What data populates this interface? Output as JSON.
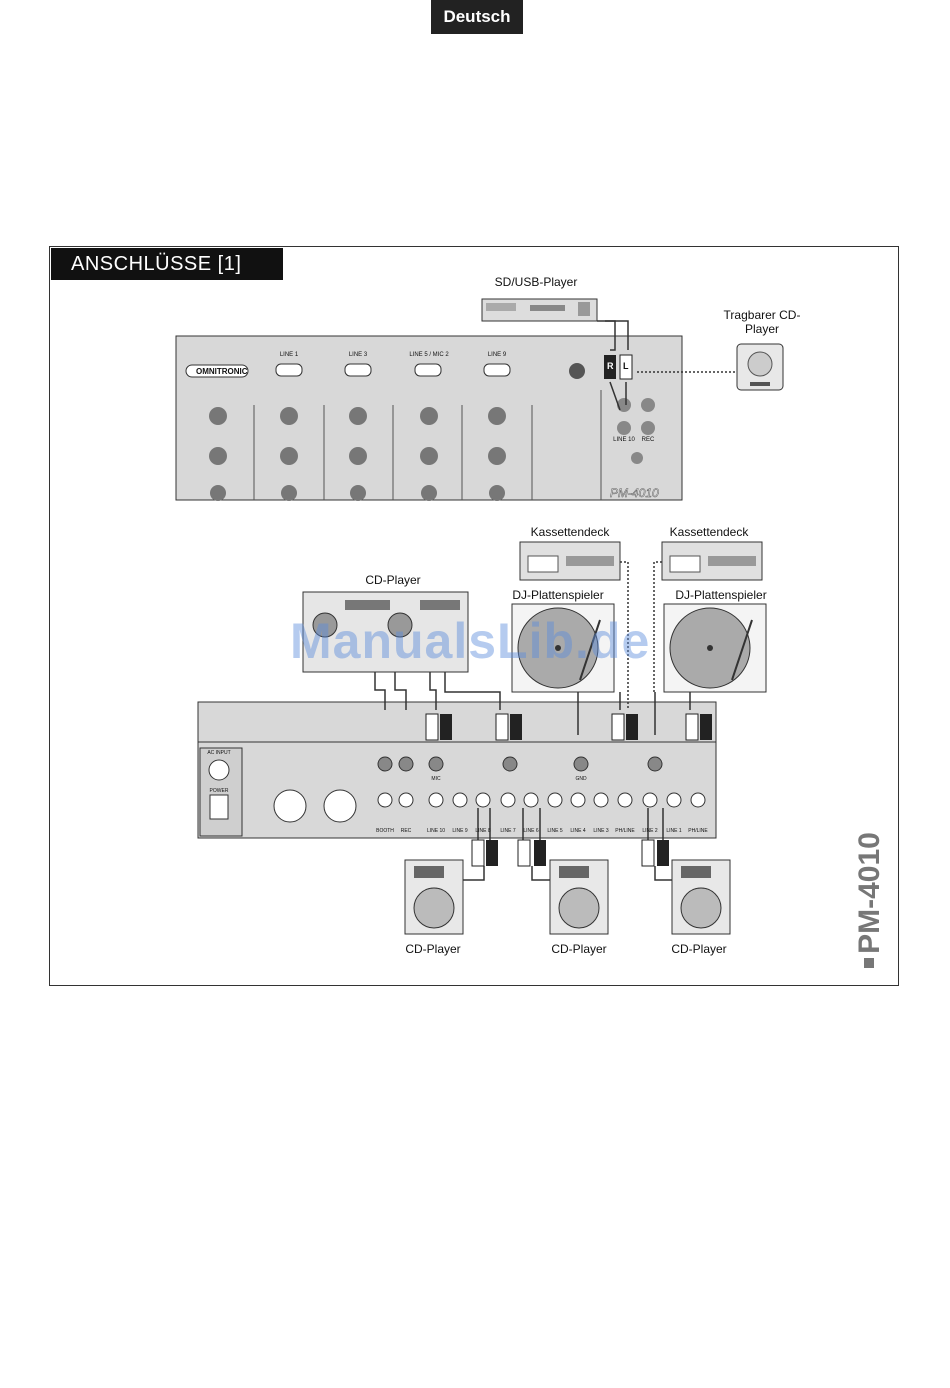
{
  "header": {
    "language_tab": "Deutsch"
  },
  "section": {
    "title": "ANSCHLÜSSE [1]"
  },
  "devices": {
    "sd_usb_player": "SD/USB-Player",
    "portable_cd": "Tragbarer CD-Player",
    "cassette_deck_1": "Kassettendeck",
    "cassette_deck_2": "Kassettendeck",
    "turntable_1": "DJ-Plattenspieler",
    "turntable_2": "DJ-Plattenspieler",
    "cd_player_top": "CD-Player",
    "cd_player_bottom_1": "CD-Player",
    "cd_player_bottom_2": "CD-Player",
    "cd_player_bottom_3": "CD-Player"
  },
  "mixer_top": {
    "brand": "OMNITRONIC",
    "model_text": "PM-4010",
    "channel_labels": [
      "LINE 1",
      "LINE 3",
      "LINE 5 / MIC 2",
      "LINE 9"
    ],
    "inputs": [
      "LINE 10",
      "REC"
    ]
  },
  "mixer_rear": {
    "inputs": [
      "LINE 10",
      "LINE 9",
      "LINE 8",
      "LINE 7",
      "LINE 6",
      "LINE 5",
      "LINE 4",
      "LINE 3",
      "PH/LINE",
      "LINE 2",
      "LINE 1",
      "PH/LINE"
    ],
    "outputs": [
      "BOOTH",
      "REC"
    ],
    "other": [
      "AC INPUT",
      "POWER",
      "MIC",
      "GND"
    ]
  },
  "plug_labels": {
    "left": "L",
    "right": "R"
  },
  "side_label": "PM-4010",
  "watermark": "ManualsLib.de",
  "colors": {
    "dark": "#222222",
    "panel": "#d8d8d8",
    "line": "#333333",
    "side_label": "#777777"
  }
}
